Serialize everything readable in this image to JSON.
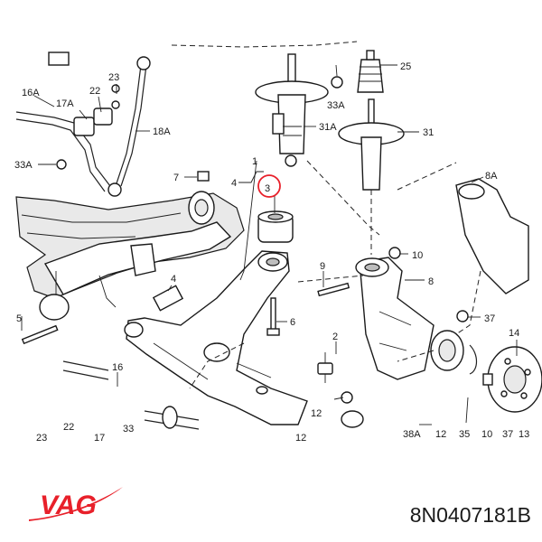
{
  "diagram": {
    "labels": [
      {
        "id": "l25",
        "text": "25"
      },
      {
        "id": "l23",
        "text": "23"
      },
      {
        "id": "l22",
        "text": "22"
      },
      {
        "id": "l16a",
        "text": "16A"
      },
      {
        "id": "l17a",
        "text": "17A"
      },
      {
        "id": "l33a_top",
        "text": "33A"
      },
      {
        "id": "l31a",
        "text": "31A"
      },
      {
        "id": "l31",
        "text": "31"
      },
      {
        "id": "l18a",
        "text": "18A"
      },
      {
        "id": "l33a_left",
        "text": "33A"
      },
      {
        "id": "l8a",
        "text": "8A"
      },
      {
        "id": "l7",
        "text": "7"
      },
      {
        "id": "l4a",
        "text": "4"
      },
      {
        "id": "l1",
        "text": "1"
      },
      {
        "id": "l3",
        "text": "3"
      },
      {
        "id": "l10",
        "text": "10"
      },
      {
        "id": "l9",
        "text": "9"
      },
      {
        "id": "l8",
        "text": "8"
      },
      {
        "id": "l4b",
        "text": "4"
      },
      {
        "id": "l5",
        "text": "5"
      },
      {
        "id": "l6",
        "text": "6"
      },
      {
        "id": "l37",
        "text": "37"
      },
      {
        "id": "l14",
        "text": "14"
      },
      {
        "id": "l2",
        "text": "2"
      },
      {
        "id": "l16",
        "text": "16"
      },
      {
        "id": "l12a",
        "text": "12"
      },
      {
        "id": "l22b",
        "text": "22"
      },
      {
        "id": "l33b",
        "text": "33"
      },
      {
        "id": "l23b",
        "text": "23"
      },
      {
        "id": "l17b",
        "text": "17"
      },
      {
        "id": "l12b",
        "text": "12"
      },
      {
        "id": "l38a",
        "text": "38A"
      },
      {
        "id": "l12c",
        "text": "12"
      },
      {
        "id": "l35",
        "text": "35"
      },
      {
        "id": "l10b",
        "text": "10"
      },
      {
        "id": "l37b",
        "text": "37"
      },
      {
        "id": "l13",
        "text": "13"
      }
    ],
    "highlight_color": "#e8202a"
  },
  "brand": {
    "logo": "VAG",
    "color": "#e8202a"
  },
  "part_number": "8N0407181B"
}
